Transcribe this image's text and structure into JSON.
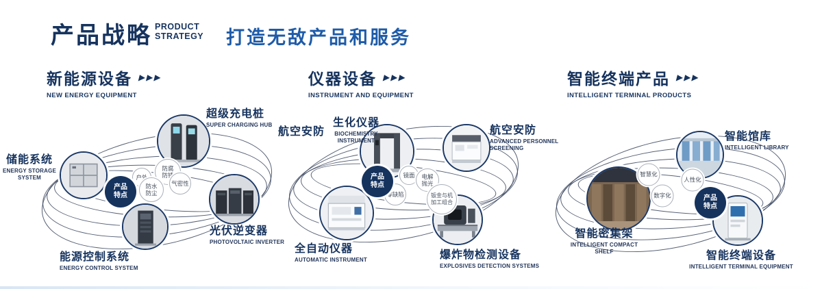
{
  "header": {
    "title_cn": "产品战略",
    "title_en_line1": "PRODUCT",
    "title_en_line2": "STRATEGY",
    "slogan": "打造无敌产品和服务"
  },
  "decor": {
    "arrows": "▶▶▶"
  },
  "colors": {
    "navy": "#16335e",
    "slogan_blue": "#1e5ba8"
  },
  "sections": [
    {
      "title_cn": "新能源设备",
      "title_en": "NEW ENERGY EQUIPMENT",
      "center_badge": "产品特点",
      "features": [
        "防腐防锈",
        "户外",
        "气密性",
        "防水防尘"
      ],
      "products": [
        {
          "cn": "储能系统",
          "en": "ENERGY STORAGE SYSTEM",
          "image": "energy-storage"
        },
        {
          "cn": "超级充电桩",
          "en": "SUPER CHARGING HUB",
          "image": "charging-hub"
        },
        {
          "cn": "光伏逆变器",
          "en": "PHOTOVOLTAIC INVERTER",
          "image": "pv-inverter"
        },
        {
          "cn": "能源控制系统",
          "en": "ENERGY CONTROL SYSTEM",
          "image": "energy-control"
        }
      ]
    },
    {
      "title_cn": "仪器设备",
      "title_en": "INSTRUMENT AND EQUIPMENT",
      "center_badge": "产品特点",
      "standalone_label": "航空安防",
      "features": [
        "镜面",
        "电解抛光",
        "零缺陷",
        "钣金与机加工组合"
      ],
      "products": [
        {
          "cn": "生化仪器",
          "en": "BIOCHEMISTRY INSTRUMENT",
          "image": "security-gate"
        },
        {
          "cn": "航空安防",
          "en": "ADVANCED PERSONNEL SCREENING",
          "image": "screening-device"
        },
        {
          "cn": "全自动仪器",
          "en": "AUTOMATIC INSTRUMENT",
          "image": "automatic-instrument"
        },
        {
          "cn": "爆炸物检测设备",
          "en": "EXPLOSIVES DETECTION SYSTEMS",
          "image": "explosives-detector"
        }
      ]
    },
    {
      "title_cn": "智能终端产品",
      "title_en": "INTELLIGENT TERMINAL PRODUCTS",
      "center_badge": "产品特点",
      "features": [
        "智慧化",
        "人性化",
        "数字化"
      ],
      "products": [
        {
          "cn": "智能馆库",
          "en": "INTELLIGENT LIBRARY",
          "image": "intelligent-library"
        },
        {
          "cn": "智能密集架",
          "en": "INTELLIGENT COMPACT SHELF",
          "image": "compact-shelf"
        },
        {
          "cn": "智能终端设备",
          "en": "INTELLIGENT TERMINAL EQUIPMENT",
          "image": "terminal-kiosk"
        }
      ]
    }
  ]
}
